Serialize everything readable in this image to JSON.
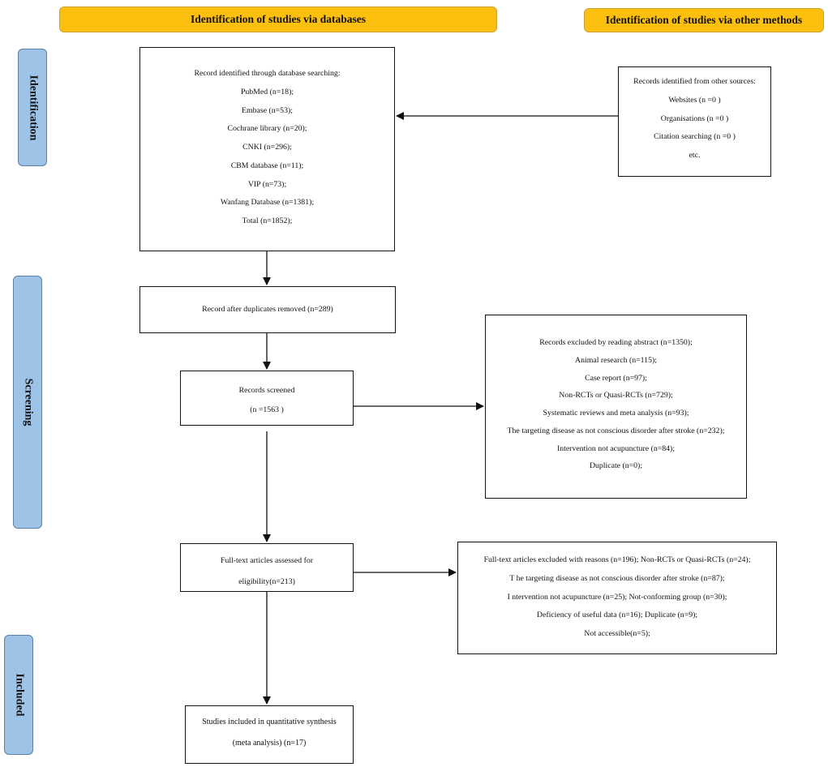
{
  "headers": {
    "databases": "Identification of studies via databases",
    "other_methods": "Identification of studies via other methods"
  },
  "stages": {
    "identification": "Identification",
    "screening": "Screening",
    "included": "Included"
  },
  "identification_box": {
    "title": "Record identified through database searching:",
    "lines": [
      "PubMed (n=18);",
      "Embase (n=53);",
      "Cochrane library (n=20);",
      "CNKI (n=296);",
      "CBM database (n=11);",
      "VIP (n=73);",
      "Wanfang Database (n=1381);",
      "Total (n=1852);"
    ]
  },
  "other_sources_box": {
    "title": "Records identified from other sources:",
    "lines": [
      "Websites (n =0 )",
      "Organisations (n =0 )",
      "Citation searching (n =0 )",
      "etc."
    ]
  },
  "duplicates_box": {
    "text": "Record after duplicates removed (n=289)"
  },
  "screened_box": {
    "title": "Records screened",
    "count": "(n =1563 )"
  },
  "excluded_abstract_box": {
    "lines": [
      "Records excluded by reading abstract (n=1350);",
      "Animal research (n=115);",
      "Case report (n=97);",
      "Non-RCTs or Quasi-RCTs (n=729);",
      "Systematic reviews and meta analysis (n=93);",
      "The targeting disease as not conscious disorder after stroke (n=232);",
      "Intervention not acupuncture (n=84);",
      "Duplicate (n=0);"
    ]
  },
  "fulltext_box": {
    "line1": "Full-text articles assessed for",
    "line2": "eligibility(n=213)"
  },
  "excluded_fulltext_box": {
    "lines": [
      "Full-text articles excluded with reasons (n=196); Non-RCTs or Quasi-RCTs (n=24);",
      "T he targeting disease as not conscious disorder after stroke (n=87);",
      "I ntervention not acupuncture (n=25); Not-conforming group (n=30);",
      "Deficiency of useful data (n=16); Duplicate (n=9);",
      "Not accessible(n=5);"
    ]
  },
  "included_box": {
    "line1": "Studies included in quantitative synthesis",
    "line2": "(meta analysis) (n=17)"
  }
}
